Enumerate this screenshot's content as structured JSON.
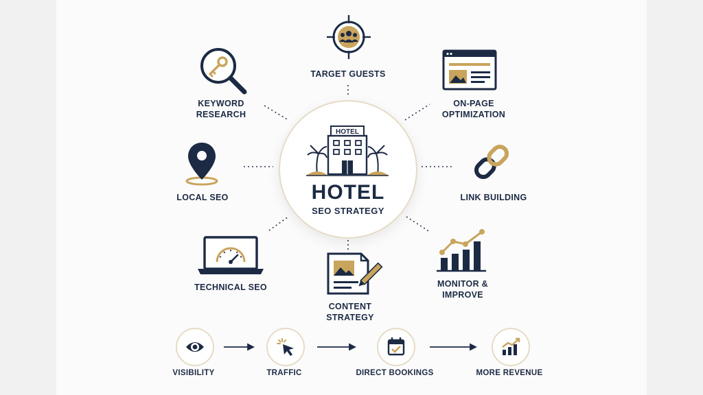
{
  "hub": {
    "sign": "HOTEL",
    "title": "HOTEL",
    "subtitle": "SEO STRATEGY"
  },
  "nodes": {
    "target_guests": {
      "label": "TARGET GUESTS",
      "icon": "target-guests-icon"
    },
    "keyword_research": {
      "line1": "KEYWORD",
      "line2": "RESEARCH",
      "icon": "magnifier-key-icon"
    },
    "on_page": {
      "line1": "ON-PAGE",
      "line2": "OPTIMIZATION",
      "icon": "webpage-icon"
    },
    "local_seo": {
      "label": "LOCAL SEO",
      "icon": "map-pin-icon"
    },
    "link_building": {
      "label": "LINK BUILDING",
      "icon": "chain-link-icon"
    },
    "technical_seo": {
      "label": "TECHNICAL SEO",
      "icon": "laptop-speedometer-icon"
    },
    "content_strategy": {
      "line1": "CONTENT",
      "line2": "STRATEGY",
      "icon": "document-pen-icon"
    },
    "monitor_improve": {
      "line1": "MONITOR &",
      "line2": "IMPROVE",
      "icon": "growth-chart-icon"
    }
  },
  "flow": [
    {
      "label": "VISIBILITY",
      "icon": "eye-icon"
    },
    {
      "label": "TRAFFIC",
      "icon": "cursor-click-icon"
    },
    {
      "label": "DIRECT BOOKINGS",
      "icon": "calendar-check-icon"
    },
    {
      "label": "MORE REVENUE",
      "icon": "revenue-chart-icon"
    }
  ],
  "colors": {
    "navy": "#1c2a44",
    "gold": "#c9a45c",
    "cream": "#e6dcc6",
    "background": "#fbfbfb"
  }
}
